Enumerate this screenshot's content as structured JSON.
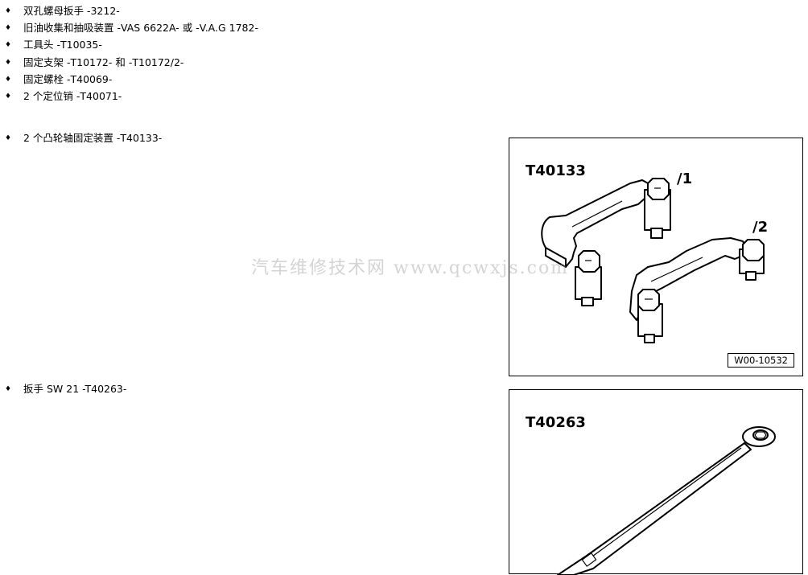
{
  "list": [
    {
      "text": "双孔螺母扳手 -3212-"
    },
    {
      "text": "旧油收集和抽吸装置 -VAS 6622A- 或 -V.A.G 1782-"
    },
    {
      "text": "工具头 -T10035-"
    },
    {
      "text": "固定支架 -T10172- 和 -T10172/2-"
    },
    {
      "text": "固定螺栓 -T40069-"
    },
    {
      "text": "2 个定位销 -T40071-"
    },
    {
      "text": "2 个凸轮轴固定装置 -T40133-"
    },
    {
      "text": "扳手 SW 21 -T40263-"
    }
  ],
  "bullet_glyph": "♦",
  "figure1": {
    "title": "T40133",
    "callout_1": "/1",
    "callout_2": "/2",
    "code": "W00-10532"
  },
  "figure2": {
    "title": "T40263"
  },
  "watermark": "汽车维修技术网 www.qcwxjs.com"
}
